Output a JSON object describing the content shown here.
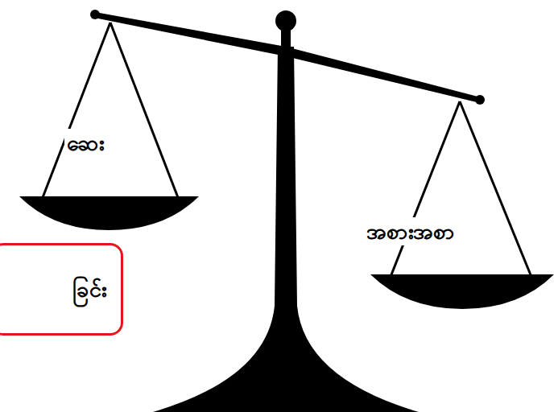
{
  "diagram": {
    "nodes": [
      {
        "text": [
          "ခြင်း"
        ]
      }
    ],
    "labels": [
      "ဆေး",
      "အစားအစာ"
    ]
  }
}
